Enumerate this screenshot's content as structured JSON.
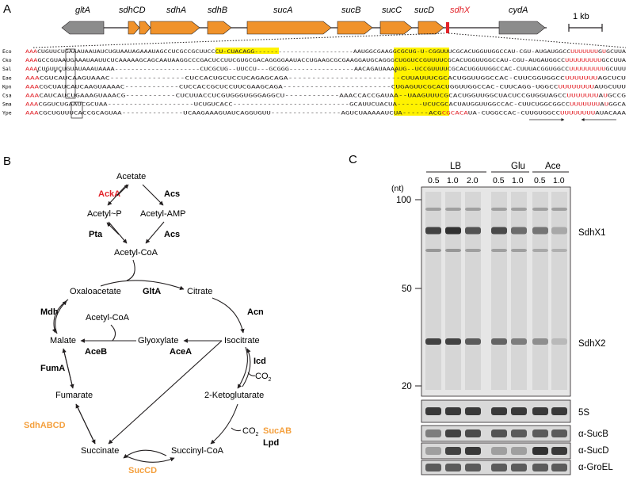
{
  "panels": {
    "a": "A",
    "b": "B",
    "c": "C"
  },
  "operon": {
    "genes": [
      {
        "name": "gltA",
        "color": "grey"
      },
      {
        "name": "sdhCD",
        "color": "orange"
      },
      {
        "name": "sdhA",
        "color": "orange"
      },
      {
        "name": "sdhB",
        "color": "orange"
      },
      {
        "name": "sucA",
        "color": "orange"
      },
      {
        "name": "sucB",
        "color": "orange"
      },
      {
        "name": "sucC",
        "color": "orange"
      },
      {
        "name": "sucD",
        "color": "orange"
      },
      {
        "name": "sdhX",
        "color": "red"
      },
      {
        "name": "cydA",
        "color": "grey"
      }
    ],
    "scale_label": "1 kb",
    "colors": {
      "orange": "#f0922b",
      "grey": "#8c8c8c",
      "red": "#e2232a",
      "highlight": "#fff200"
    }
  },
  "alignment": {
    "rows": [
      {
        "species": "Eco",
        "seq": "AAACUGUUCUGAAAUAAUAUCUGUAAUAGAAAUAGCCUCGCCGCUUCCCU-CUACAGG-------------------------AAUGGCGAAGGCGCUG-U-CGGUUUCGCACUGGUUGGCCAU-CGU-AUGAUGGCCUUUUUUUGUGCUUA"
      },
      {
        "species": "Cko",
        "seq": "AAAGCCGUAAUGAAAUAAUUCUCAAAAAGCAGCAAUAAGGCCCGACUCCUUCGUGCGACAGGGGAAUACCUGAAGCGCGAAGGAUGCAGGGCUGGUCCGUUUUCGCACUGGUUGGCCAU-CGU-AUGAUGGCCUUUUUUUUUGCCUUA"
      },
      {
        "species": "Sal",
        "seq": "AAACUGUUCUGUAUAAAUAAAA---------------------CUCGCUG--UUCCU---GCGGG----------------AACAGAUAAAAUG--UCCGUUUUCGCACUGGUUGGCCAC-CUUUACGGUGGCCUUUUUUUUUGCUUU"
      },
      {
        "species": "Eae",
        "seq": "AAACGUCAUCAAGUAAAC----------------CUCCACUGCUCCUCAGAGCAGA------------------------CUUAUUUCGCACUGGUUGGCCAC-CUUCGGUGGCCUUUUUUUAGCUCU"
      },
      {
        "species": "Kpn",
        "seq": "AAACGCUAUCAUCAAGUAAAAC------------CUCCACCGCUCCUUCGAAGCAGA------------------------CUGAGUUCGCACUGGUUGGCCAC-CUUCAGG-UGGCCUUUUUUUUAUGCUUU"
      },
      {
        "species": "Csa",
        "seq": "AAACAUCAUCUGAAAGUAAACG-----------CUCUUACCUCGUGGGUGGGAGGCU------------AAACCACCGAUAA--UAAGUUUCGCACUGGUUGGCUACUCCGUGGUAGCCUUUUUUUAUGCCG"
      },
      {
        "species": "Sma",
        "seq": "AAACGGUCUGAAUCGCUAA--------------------UCUGUCACC---------------------------GCAUUCUACUA------UCUCGCACUAUGGUUGGCCAC-CUUCUGGCGGCCUUUUUUUAUGGCA"
      },
      {
        "species": "Ype",
        "seq": "AAACGCUGUUUCACCGCAGUAA--------------UCAAGAAAGUAUCAGGUGUU----------------AGUCUAAAAAUCUA------ACGCGCACAUA-CUGGCCAC-CUUGUGGCCUUUUUUUUAUACAAA"
      }
    ]
  },
  "pathway": {
    "metabolites": {
      "acetate": "Acetate",
      "acetyl_p": "Acetyl~P",
      "acetyl_amp": "Acetyl-AMP",
      "acetyl_coa": "Acetyl-CoA",
      "citrate": "Citrate",
      "oxaloacetate": "Oxaloacetate",
      "acetyl_coa2": "Acetyl-CoA",
      "malate": "Malate",
      "glyoxylate": "Glyoxylate",
      "isocitrate": "Isocitrate",
      "fumarate": "Fumarate",
      "co2_a": "CO",
      "co2_a_sub": "2",
      "ketoglutarate": "2-Ketoglutarate",
      "co2_b": "CO",
      "co2_b_sub": "2",
      "succinate": "Succinate",
      "succinyl_coa": "Succinyl-CoA"
    },
    "enzymes": {
      "acka": "AckA",
      "acs1": "Acs",
      "pta": "Pta",
      "acs2": "Acs",
      "glta": "GltA",
      "mdh": "Mdh",
      "acn": "Acn",
      "aceb": "AceB",
      "acea": "AceA",
      "icd": "Icd",
      "fuma": "FumA",
      "sdhabcd": "SdhABCD",
      "sucab": "SucAB",
      "lpd": "Lpd",
      "sucd": "SucCD"
    },
    "colors": {
      "red": "#e2232a",
      "orange": "#f4a03e"
    }
  },
  "blot": {
    "conditions": [
      "LB",
      "Glu",
      "Ace"
    ],
    "lanes": [
      "0.5",
      "1.0",
      "2.0",
      "0.5",
      "1.0",
      "0.5",
      "1.0"
    ],
    "unit": "(nt)",
    "markers": [
      "100",
      "50",
      "20"
    ],
    "bands": [
      "SdhX1",
      "SdhX2"
    ],
    "sdhx1_intensity": [
      0.85,
      0.95,
      0.75,
      0.8,
      0.6,
      0.55,
      0.25
    ],
    "sdhx2_intensity": [
      0.85,
      0.85,
      0.7,
      0.65,
      0.5,
      0.4,
      0.15
    ],
    "controls": [
      "5S",
      "α-SucB",
      "α-SucD",
      "α-GroEL"
    ]
  }
}
